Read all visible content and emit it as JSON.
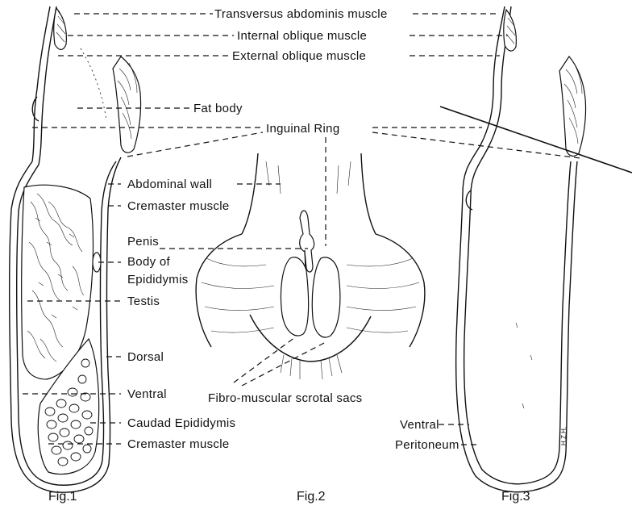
{
  "labels": {
    "transversus": "Transversus abdominis muscle",
    "internal_oblique": "Internal oblique muscle",
    "external_oblique": "External oblique muscle",
    "fat_body": "Fat body",
    "inguinal_ring": "Inguinal Ring",
    "abdominal_wall": "Abdominal wall",
    "cremaster_upper": "Cremaster muscle",
    "penis": "Penis",
    "body_of": "Body of",
    "epididymis": "Epididymis",
    "testis": "Testis",
    "dorsal": "Dorsal",
    "ventral_fig1": "Ventral",
    "caudad_epididymis": "Caudad Epididymis",
    "cremaster_lower": "Cremaster muscle",
    "fibro_muscular": "Fibro-muscular scrotal sacs",
    "ventral_fig3": "Ventral",
    "peritoneum": "Peritoneum"
  },
  "figures": {
    "fig1": "Fig.1",
    "fig2": "Fig.2",
    "fig3": "Fig.3"
  },
  "signature": "H.Z.H."
}
